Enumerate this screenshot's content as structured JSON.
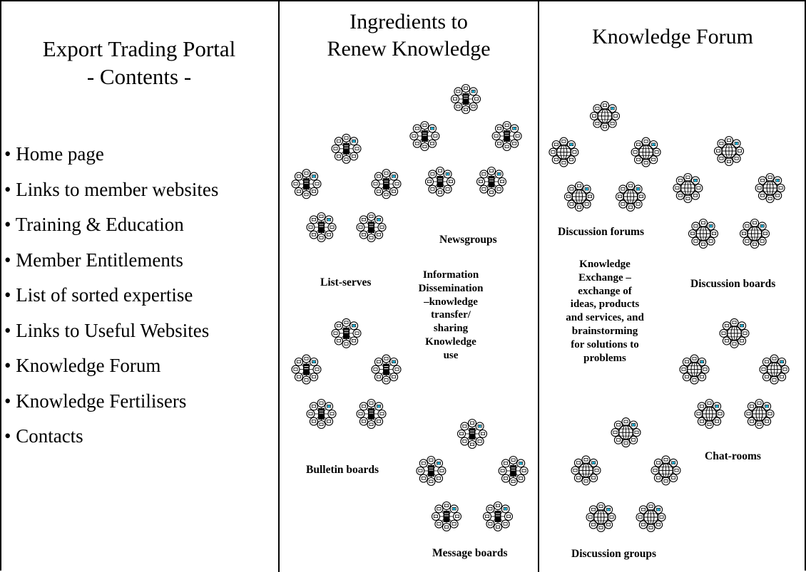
{
  "toc": {
    "title_line1": "Export Trading Portal",
    "title_line2": "- Contents -",
    "items": [
      "• Home page",
      "• Links to member websites",
      "• Training & Education",
      "• Member Entitlements",
      "• List of sorted expertise",
      "• Links to Useful Websites",
      "• Knowledge Forum",
      "• Knowledge Fertilisers",
      "• Contacts"
    ]
  },
  "ingredients": {
    "title_line1": "Ingredients to",
    "title_line2": "Renew Knowledge",
    "labels": {
      "list_serves": "List-serves",
      "newsgroups": "Newsgroups",
      "bulletin_boards": "Bulletin boards",
      "message_boards": "Message boards"
    },
    "description": [
      "Information",
      "Dissemination",
      "–knowledge",
      "transfer/",
      "sharing",
      "Knowledge",
      "use"
    ]
  },
  "forum": {
    "title": "Knowledge Forum",
    "labels": {
      "discussion_forums": "Discussion forums",
      "discussion_boards": "Discussion boards",
      "chat_rooms": "Chat-rooms",
      "discussion_groups": "Discussion groups"
    },
    "description": [
      "Knowledge",
      "Exchange –",
      "exchange of",
      "ideas, products",
      "and services, and",
      "brainstorming",
      "for solutions to",
      "problems"
    ]
  },
  "colors": {
    "ink": "#000000",
    "background": "#ffffff",
    "accent": "#00a0c8"
  },
  "icons": {
    "server_hub": "server-icon",
    "globe_hub": "globe-icon",
    "satellite": "computer-icon"
  }
}
